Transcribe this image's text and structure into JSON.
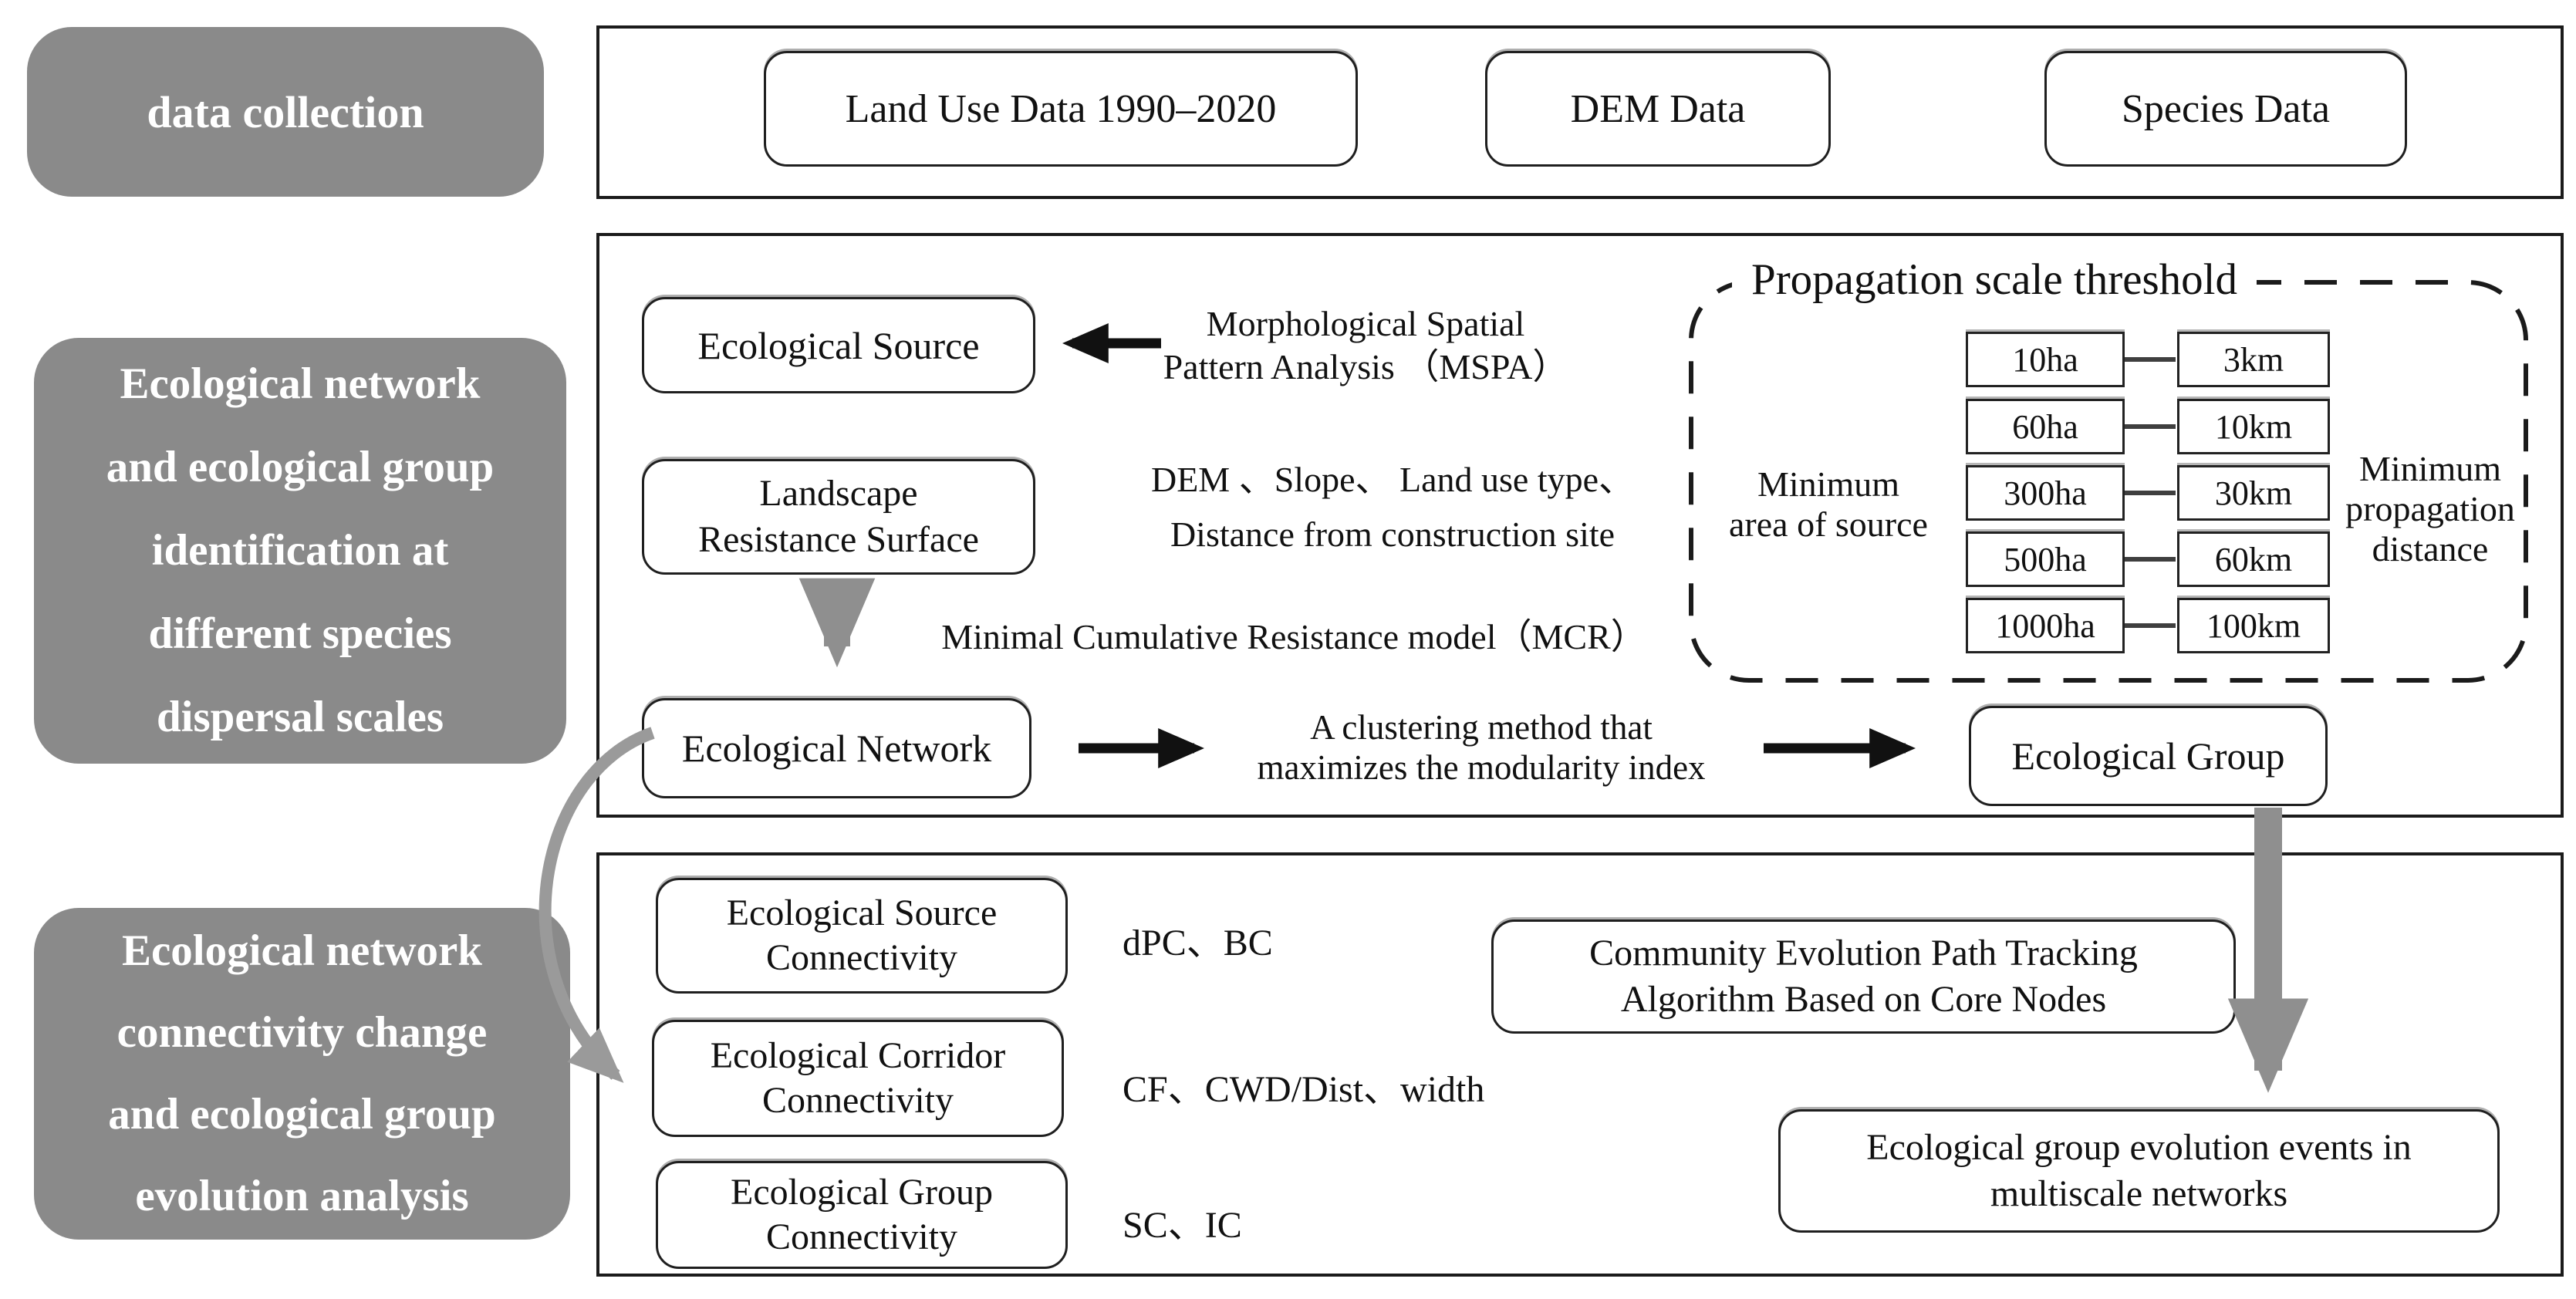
{
  "colors": {
    "panel_gray": "#8a8a8a",
    "arrow_gray": "#8f8f8f",
    "line_dark": "#1b1b1b"
  },
  "left_panel": {
    "stage1": "data collection",
    "stage2_lines": [
      "Ecological network",
      "and ecological group",
      "identification at",
      "different species",
      "dispersal scales"
    ],
    "stage3_lines": [
      "Ecological network",
      "connectivity change",
      "and ecological group",
      "evolution analysis"
    ]
  },
  "data_collection": {
    "land_use": "Land Use Data 1990–2020",
    "dem": "DEM Data",
    "species": "Species Data"
  },
  "identification": {
    "ecological_source": "Ecological Source",
    "mspa_lines": [
      "Morphological Spatial",
      "Pattern Analysis （MSPA）"
    ],
    "landscape_lines": [
      "Landscape",
      "Resistance Surface"
    ],
    "factors_line1": "DEM 、Slope、 Land use type、",
    "factors_line2": "Distance from construction site",
    "mcr": "Minimal Cumulative Resistance model（MCR）",
    "ecological_network": "Ecological Network",
    "clustering_lines": [
      "A clustering method that",
      "maximizes the modularity index"
    ],
    "ecological_group": "Ecological Group",
    "threshold": {
      "title": "Propagation scale threshold",
      "left_label_lines": [
        "Minimum",
        "area of source"
      ],
      "right_label_lines": [
        "Minimum",
        "propagation",
        "distance"
      ],
      "pairs": [
        {
          "area": "10ha",
          "distance": "3km"
        },
        {
          "area": "60ha",
          "distance": "10km"
        },
        {
          "area": "300ha",
          "distance": "30km"
        },
        {
          "area": "500ha",
          "distance": "60km"
        },
        {
          "area": "1000ha",
          "distance": "100km"
        }
      ]
    }
  },
  "analysis": {
    "source_connectivity_lines": [
      "Ecological Source",
      "Connectivity"
    ],
    "source_metrics": "dPC、BC",
    "corridor_connectivity_lines": [
      "Ecological Corridor",
      "Connectivity"
    ],
    "corridor_metrics": "CF、CWD/Dist、width",
    "group_connectivity_lines": [
      "Ecological Group",
      "Connectivity"
    ],
    "group_metrics": "SC、IC",
    "community_lines": [
      "Community Evolution Path Tracking",
      "Algorithm Based on Core Nodes"
    ],
    "events_lines": [
      "Ecological group evolution events in",
      "multiscale networks"
    ]
  }
}
